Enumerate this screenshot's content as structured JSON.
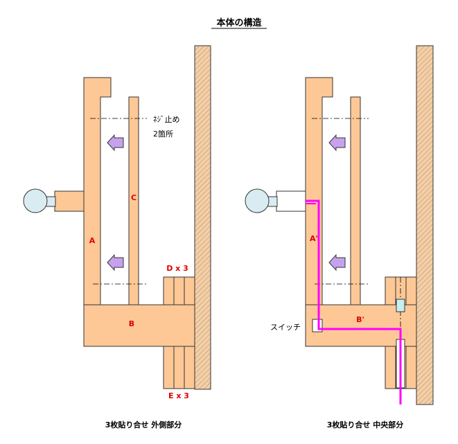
{
  "title": "本体の構造",
  "colors": {
    "part_fill": "#fdc896",
    "outline": "#333333",
    "wall_fill": "#f3cfa8",
    "knob_fill": "#d9ecf2",
    "arrow_fill": "#c6a2ee",
    "wire": "#ff00ff",
    "label_red": "#e00000",
    "switch_fill": "#c7eef2"
  },
  "left": {
    "labels": {
      "a": "A",
      "b": "B",
      "c": "C",
      "d": "D x 3",
      "e": "E x 3",
      "screw_note_line1": "ﾈｼﾞ止め",
      "screw_note_line2": "2箇所"
    },
    "caption": "3枚貼り合せ 外側部分"
  },
  "right": {
    "labels": {
      "a": "A'",
      "b": "B'",
      "switch": "スイッチ"
    },
    "caption": "3枚貼り合せ 中央部分"
  }
}
